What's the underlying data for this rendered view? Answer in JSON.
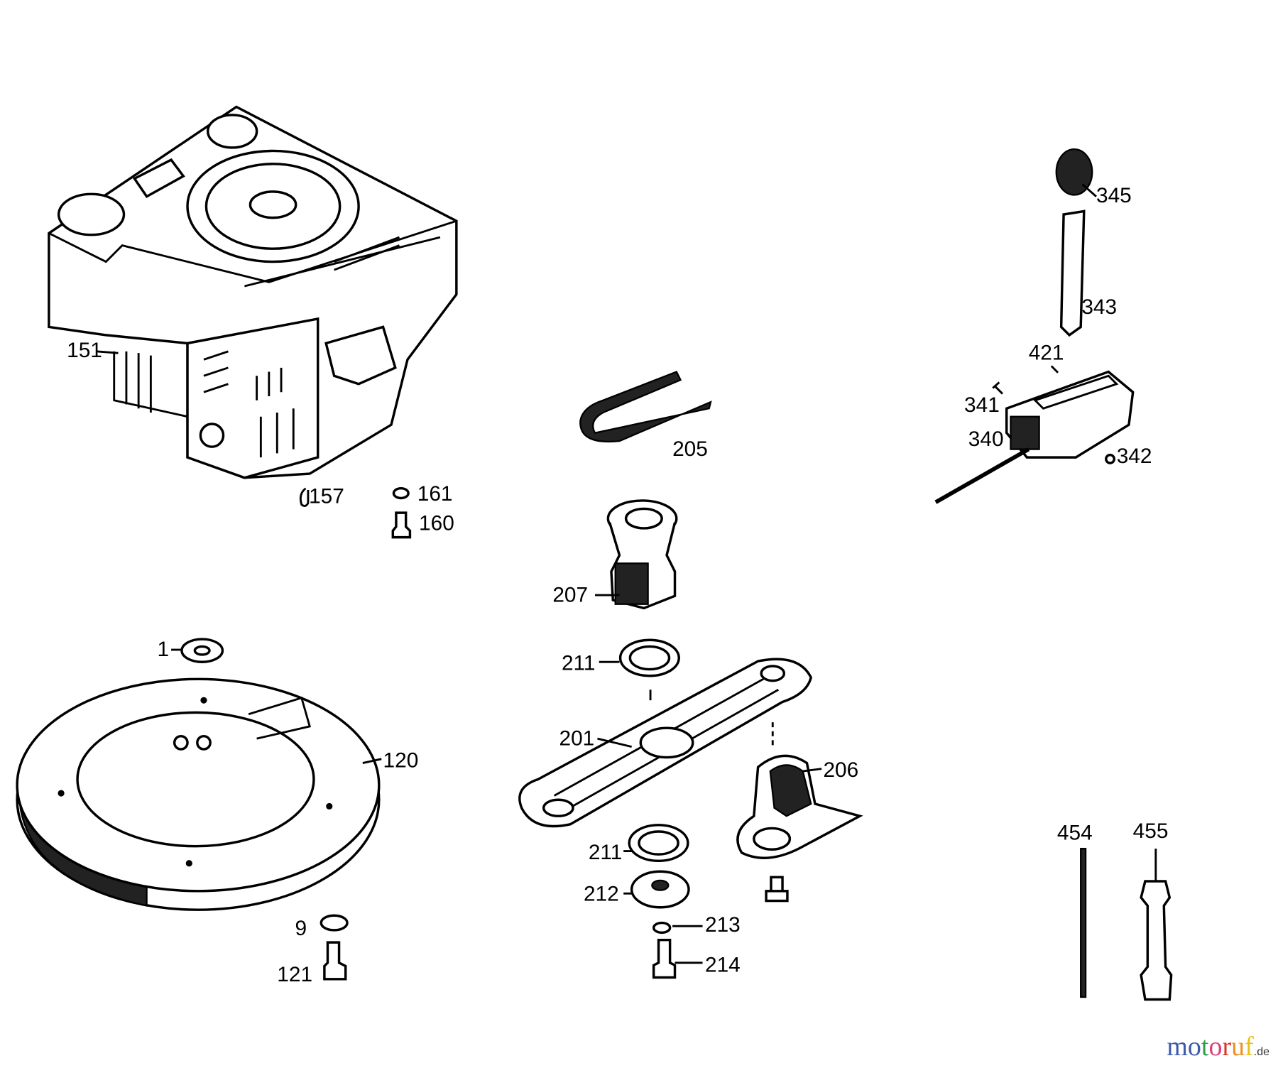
{
  "diagram": {
    "labels": {
      "p151": "151",
      "p157": "157",
      "p161": "161",
      "p160": "160",
      "p205": "205",
      "p207": "207",
      "p345": "345",
      "p343": "343",
      "p421": "421",
      "p341": "341",
      "p340": "340",
      "p342": "342",
      "p1": "1",
      "p120": "120",
      "p211a": "211",
      "p201": "201",
      "p206": "206",
      "p211b": "211",
      "p212": "212",
      "p213": "213",
      "p214": "214",
      "p9": "9",
      "p121": "121",
      "p454": "454",
      "p455": "455"
    }
  },
  "watermark": {
    "letters": [
      "m",
      "o",
      "t",
      "o",
      "r",
      "u",
      "f"
    ],
    "suffix": ".de",
    "colors": [
      "#3b5ba8",
      "#3b5ba8",
      "#2e9e48",
      "#e0407a",
      "#d8352a",
      "#f0901e",
      "#e8c21a"
    ]
  }
}
